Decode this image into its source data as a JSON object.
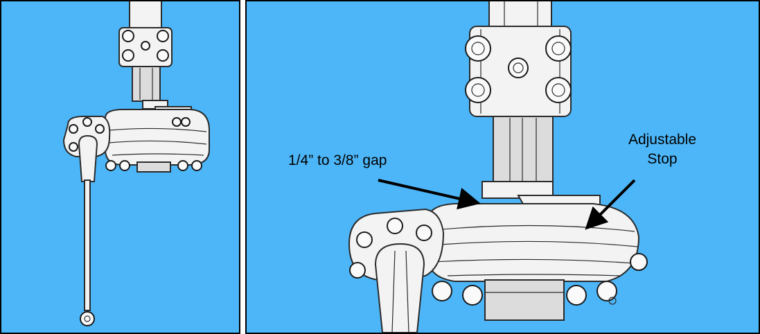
{
  "right_panel": {
    "callouts": {
      "gap": "1/4” to 3/8” gap",
      "stop_line1": "Adjustable",
      "stop_line2": "Stop"
    }
  },
  "colors": {
    "background": "#4db6f8",
    "metal": "#f3f3f3",
    "outline": "#2a2a2a",
    "arrow": "#000000"
  }
}
